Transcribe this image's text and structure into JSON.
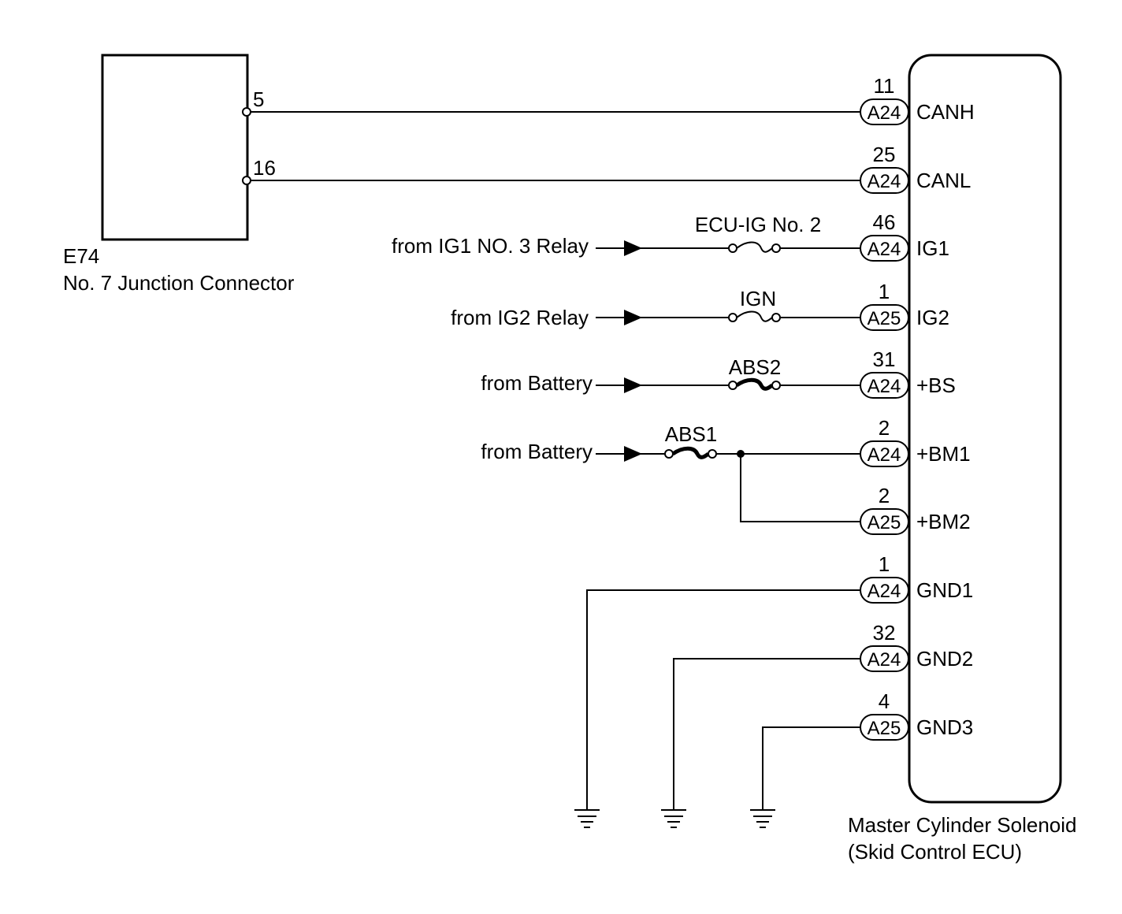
{
  "junction": {
    "code": "E74",
    "name": "No. 7 Junction Connector",
    "pins": [
      "5",
      "16"
    ]
  },
  "ecu": {
    "name_line1": "Master Cylinder Solenoid",
    "name_line2": "(Skid Control ECU)"
  },
  "rows": [
    {
      "pin": "11",
      "connector": "A24",
      "terminal": "CANH"
    },
    {
      "pin": "25",
      "connector": "A24",
      "terminal": "CANL"
    },
    {
      "pin": "46",
      "connector": "A24",
      "terminal": "IG1"
    },
    {
      "pin": "1",
      "connector": "A25",
      "terminal": "IG2"
    },
    {
      "pin": "31",
      "connector": "A24",
      "terminal": "+BS"
    },
    {
      "pin": "2",
      "connector": "A24",
      "terminal": "+BM1"
    },
    {
      "pin": "2",
      "connector": "A25",
      "terminal": "+BM2"
    },
    {
      "pin": "1",
      "connector": "A24",
      "terminal": "GND1"
    },
    {
      "pin": "32",
      "connector": "A24",
      "terminal": "GND2"
    },
    {
      "pin": "4",
      "connector": "A25",
      "terminal": "GND3"
    }
  ],
  "sources": [
    "from IG1 NO. 3 Relay",
    "from IG2 Relay",
    "from Battery",
    "from Battery"
  ],
  "fuses": [
    "ECU-IG No. 2",
    "IGN",
    "ABS2",
    "ABS1"
  ]
}
